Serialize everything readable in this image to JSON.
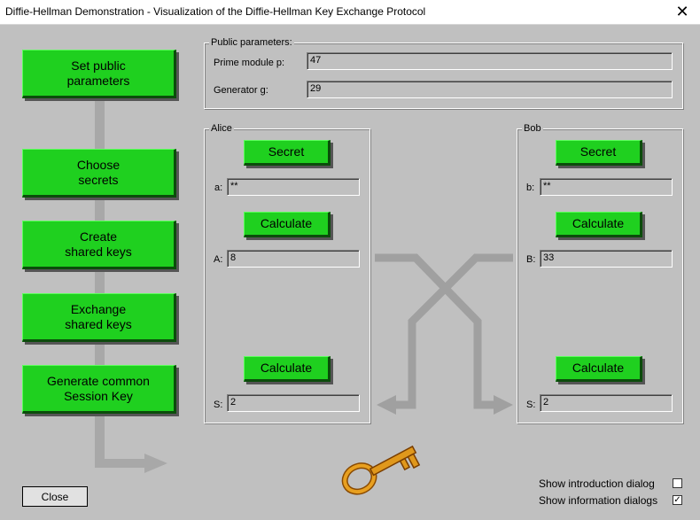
{
  "window": {
    "title": "Diffie-Hellman Demonstration - Visualization of the Diffie-Hellman Key Exchange Protocol",
    "close_icon": "✕"
  },
  "steps": [
    {
      "label": "Set public\nparameters"
    },
    {
      "label": "Choose\nsecrets"
    },
    {
      "label": "Create\nshared keys"
    },
    {
      "label": "Exchange\nshared keys"
    },
    {
      "label": "Generate common\nSession Key"
    }
  ],
  "public": {
    "title": "Public parameters:",
    "prime_label": "Prime module p:",
    "prime_value": "47",
    "gen_label": "Generator g:",
    "gen_value": "29"
  },
  "alice": {
    "title": "Alice",
    "secret_button": "Secret",
    "secret_label": "a:",
    "secret_value": "**",
    "calc_button": "Calculate",
    "shared_label": "A:",
    "shared_value": "8",
    "calc2_button": "Calculate",
    "session_label": "S:",
    "session_value": "2"
  },
  "bob": {
    "title": "Bob",
    "secret_button": "Secret",
    "secret_label": "b:",
    "secret_value": "**",
    "calc_button": "Calculate",
    "shared_label": "B:",
    "shared_value": "33",
    "calc2_button": "Calculate",
    "session_label": "S:",
    "session_value": "2"
  },
  "footer": {
    "close_button": "Close",
    "intro_label": "Show introduction dialog",
    "intro_checked": false,
    "info_label": "Show information dialogs",
    "info_checked": true,
    "check_mark": "✓"
  },
  "colors": {
    "button_green": "#1fd01f",
    "arrow_gray": "#a0a0a0"
  },
  "icons": {
    "key": "key-icon"
  }
}
